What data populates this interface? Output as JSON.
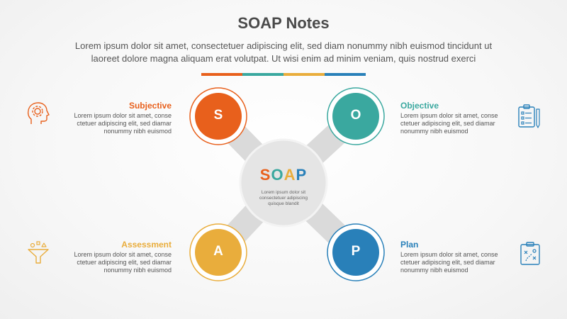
{
  "header": {
    "title": "SOAP Notes",
    "intro_line1": "Lorem ipsum dolor sit amet, consectetuer adipiscing elit, sed diam nonummy nibh euismod tincidunt ut",
    "intro_line2": "laoreet dolore magna aliquam erat volutpat. Ut wisi enim ad minim veniam, quis nostrud exerci"
  },
  "colors": {
    "subjective": "#e8601c",
    "objective": "#3aa89f",
    "assessment": "#e9ad3c",
    "plan": "#2980b9",
    "hub": "#e6e6e6",
    "arm": "#d9d9d9"
  },
  "center": {
    "title_letters": [
      "S",
      "O",
      "A",
      "P"
    ],
    "body_line1": "Lorem ipsum dolor sit",
    "body_line2": "consectetuer adipiscing",
    "body_line3": "quisque blandit"
  },
  "sections": {
    "subjective": {
      "letter": "S",
      "title": "Subjective",
      "line1": "Lorem ipsum dolor sit amet, conse",
      "line2": "ctetuer adipiscing elit, sed diamar",
      "line3": "nonummy nibh euismod",
      "icon": "head-gear-icon"
    },
    "objective": {
      "letter": "O",
      "title": "Objective",
      "line1": "Lorem ipsum dolor sit amet, conse",
      "line2": "ctetuer adipiscing elit, sed diamar",
      "line3": "nonummy nibh euismod",
      "icon": "checklist-clipboard-icon"
    },
    "assessment": {
      "letter": "A",
      "title": "Assessment",
      "line1": "Lorem ipsum dolor sit amet, conse",
      "line2": "ctetuer adipiscing elit, sed diamar",
      "line3": "nonummy nibh euismod",
      "icon": "funnel-icon"
    },
    "plan": {
      "letter": "P",
      "title": "Plan",
      "line1": "Lorem ipsum dolor sit amet, conse",
      "line2": "ctetuer adipiscing elit, sed diamar",
      "line3": "nonummy nibh euismod",
      "icon": "strategy-board-icon"
    }
  }
}
